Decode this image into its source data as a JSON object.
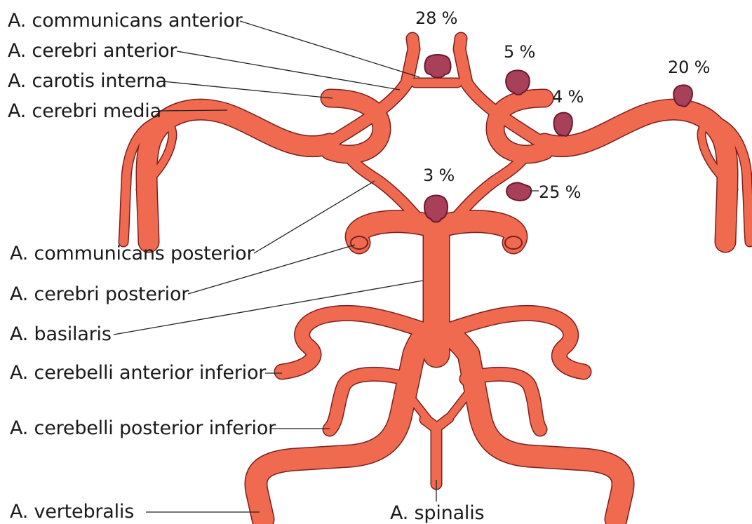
{
  "colors": {
    "vessel": "#f06a50",
    "vessel_outline": "#7a1f1f",
    "aneurysm": "#a8405a",
    "leader_line": "#222222",
    "background": "#ffffff"
  },
  "labels": {
    "communicans_anterior": "A. communicans anterior",
    "cerebri_anterior": "A. cerebri anterior",
    "carotis_interna": "A. carotis interna",
    "cerebri_media": "A. cerebri media",
    "communicans_posterior": "A. communicans posterior",
    "cerebri_posterior": "A. cerebri posterior",
    "basilaris": "A. basilaris",
    "cerebelli_anterior_inferior": "A. cerebelli anterior inferior",
    "cerebelli_posterior_inferior": "A. cerebelli posterior inferior",
    "vertebralis": "A. vertebralis",
    "spinalis": "A. spinalis"
  },
  "aneurysm_percentages": {
    "communicans_anterior": "28 %",
    "cerebri_anterior_left": "5 %",
    "carotis_interna_left": "4 %",
    "cerebri_media_left": "20 %",
    "basilaris_tip": "3 %",
    "communicans_posterior_left": "25 %"
  }
}
